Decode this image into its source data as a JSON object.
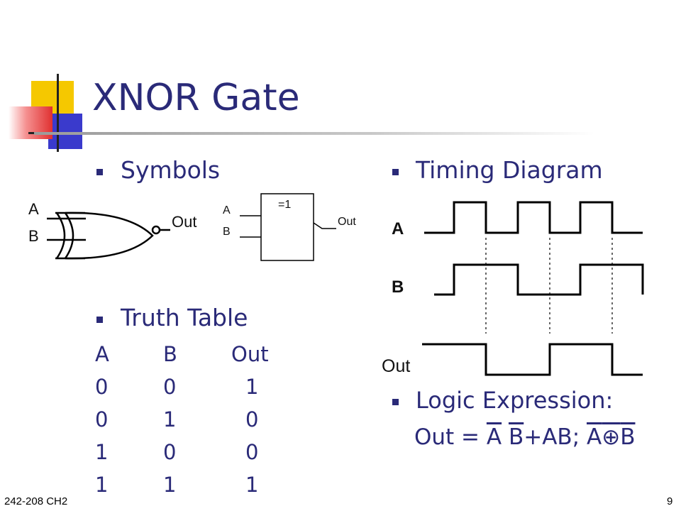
{
  "title": "XNOR Gate",
  "colors": {
    "text_accent": "#2a2a78",
    "yellow": "#f5c800",
    "red": "#e03030",
    "blue": "#3a3acc"
  },
  "symbols": {
    "heading": "Symbols",
    "ansi": {
      "input_a": "A",
      "input_b": "B",
      "output": "Out"
    },
    "iec": {
      "input_a": "A",
      "input_b": "B",
      "function": "=1",
      "output": "Out"
    }
  },
  "truth_table": {
    "heading": "Truth Table",
    "headers": [
      "A",
      "B",
      "Out"
    ],
    "rows": [
      [
        "0",
        "0",
        "1"
      ],
      [
        "0",
        "1",
        "0"
      ],
      [
        "1",
        "0",
        "0"
      ],
      [
        "1",
        "1",
        "1"
      ]
    ]
  },
  "timing": {
    "heading": "Timing Diagram",
    "signal_a": "A",
    "signal_b": "B",
    "signal_out": "Out"
  },
  "logic": {
    "heading": "Logic Expression:",
    "prefix": "Out = ",
    "term1_a": "A",
    "term1_b": "B",
    "rest": "+AB; ",
    "xor_a": "A",
    "xor_symbol": "⊕",
    "xor_b": "B"
  },
  "footer": {
    "course": "242-208 CH2",
    "page": "9"
  }
}
